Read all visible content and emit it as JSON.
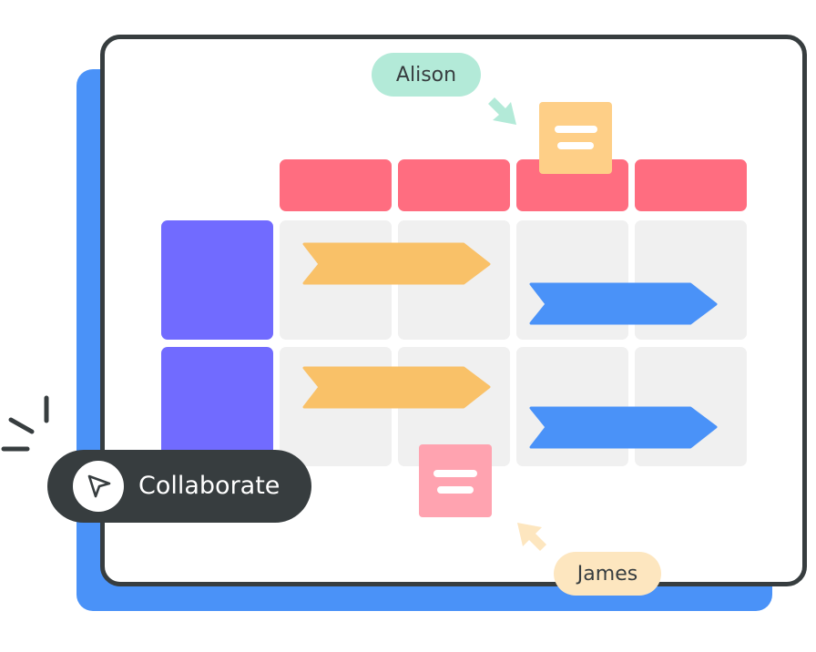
{
  "illustration": {
    "colors": {
      "back_panel": "#4a92f8",
      "board_border": "#373d3f",
      "header_cells": "#ff6d80",
      "row_labels": "#716bff",
      "cells": "#f0f0f0",
      "orange_bar": "#f9c168",
      "blue_bar": "#4a92f8",
      "alison": "#b3ead8",
      "james": "#fde6bf",
      "orange_note": "#fecf87",
      "pink_note": "#ffa3b0"
    },
    "grid": {
      "columns": 4,
      "rows": 2
    }
  },
  "cursors": {
    "alison": {
      "name": "Alison",
      "icon": "cursor-arrow-icon"
    },
    "james": {
      "name": "James",
      "icon": "cursor-arrow-icon"
    }
  },
  "notes": [
    {
      "icon": "sticky-note-icon",
      "color": "orange"
    },
    {
      "icon": "sticky-note-icon",
      "color": "pink"
    }
  ],
  "collaborate_button": {
    "label": "Collaborate",
    "icon": "pointer-icon"
  }
}
